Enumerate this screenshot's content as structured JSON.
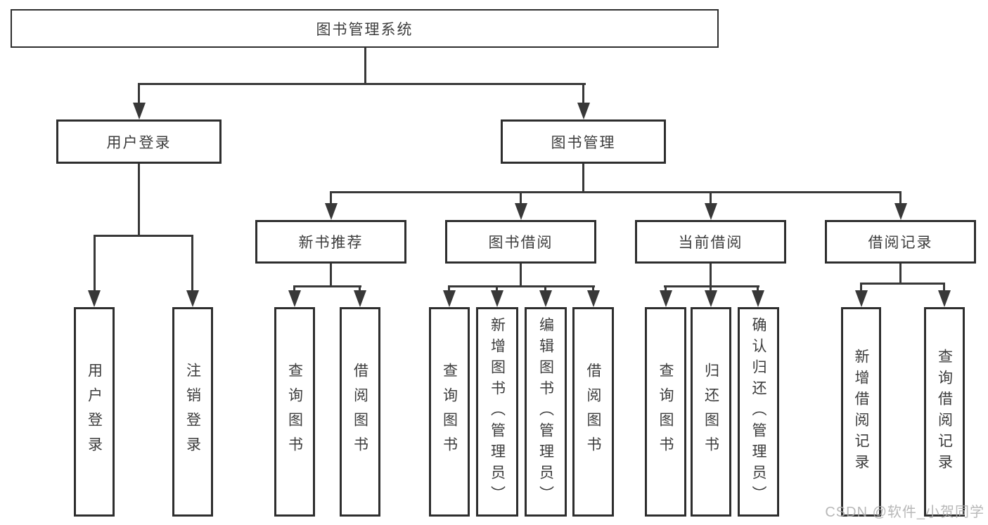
{
  "diagram_title": "图书管理系统",
  "tree": {
    "root": {
      "label": "图书管理系统",
      "children": [
        {
          "label": "用户登录",
          "children": [
            {
              "label": "用户登录"
            },
            {
              "label": "注销登录"
            }
          ]
        },
        {
          "label": "图书管理",
          "children": [
            {
              "label": "新书推荐",
              "children": [
                {
                  "label": "查询图书"
                },
                {
                  "label": "借阅图书"
                }
              ]
            },
            {
              "label": "图书借阅",
              "children": [
                {
                  "label": "查询图书"
                },
                {
                  "label": "新增图书（管理员）"
                },
                {
                  "label": "编辑图书（管理员）"
                },
                {
                  "label": "借阅图书"
                }
              ]
            },
            {
              "label": "当前借阅",
              "children": [
                {
                  "label": "查询图书"
                },
                {
                  "label": "归还图书"
                },
                {
                  "label": "确认归还（管理员）"
                }
              ]
            },
            {
              "label": "借阅记录",
              "children": [
                {
                  "label": "新增借阅记录"
                },
                {
                  "label": "查询借阅记录"
                }
              ]
            }
          ]
        }
      ]
    }
  },
  "watermark": {
    "text": "CSDN @软件_小贺同学"
  },
  "colors": {
    "line": "#383838",
    "box_border": "#2e2e2e",
    "text": "#3c3c3c",
    "watermark": "#acacac",
    "background": "#ffffff"
  }
}
